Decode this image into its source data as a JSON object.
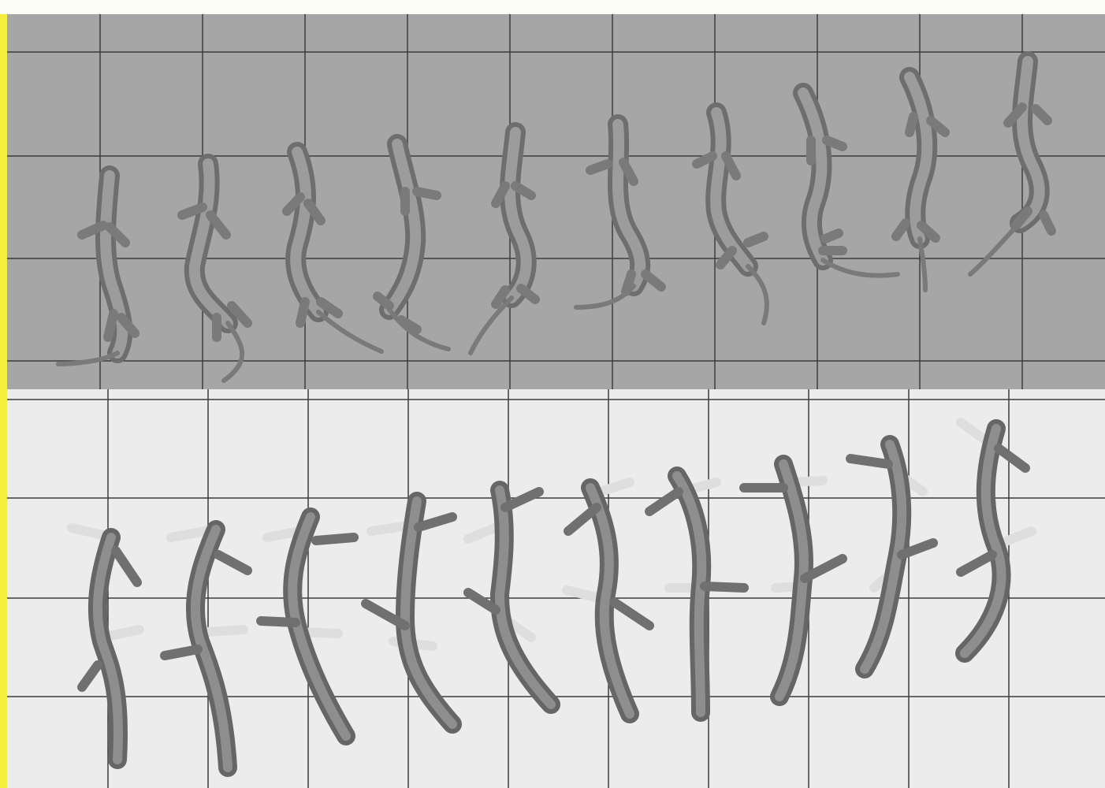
{
  "figure": {
    "colors": {
      "edge_strip": "#f3ef3a",
      "top_panel_background": "#a6a6a6",
      "bottom_panel_background": "#ececec",
      "grid_line": "#3d3d3d",
      "body_dark": "#6e6e6e",
      "body_mid": "#8d8d8d",
      "body_light": "#bdbdbd",
      "ghost_limb": "#e3e3e3"
    },
    "panels": [
      {
        "id": "side-view",
        "view": "lateral",
        "frames": 10,
        "grid": true
      },
      {
        "id": "top-view",
        "view": "dorsal",
        "frames": 10,
        "grid": true
      }
    ]
  }
}
